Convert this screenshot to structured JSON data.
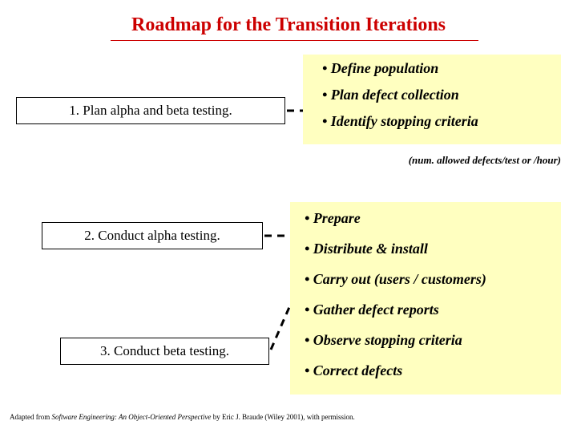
{
  "slide": {
    "title": "Roadmap for the Transition Iterations",
    "title_color": "#cc0000",
    "panel_color": "#ffffc0",
    "steps": [
      {
        "label": "1. Plan alpha and beta testing."
      },
      {
        "label": "2. Conduct alpha testing."
      },
      {
        "label": "3. Conduct beta testing."
      }
    ],
    "panel1": {
      "bullets": [
        "• Define population",
        "• Plan defect collection",
        "• Identify stopping criteria"
      ],
      "note": "(num. allowed defects/test or /hour)"
    },
    "panel2": {
      "bullets": [
        "• Prepare",
        "• Distribute & install",
        "• Carry out (users / customers)",
        "• Gather defect reports",
        "• Observe stopping criteria",
        "• Correct defects"
      ]
    },
    "footnote": {
      "prefix": "Adapted from ",
      "italic": "Software Engineering: An Object-Oriented Perspective",
      "suffix": " by Eric J. Braude (Wiley 2001), with permission."
    }
  }
}
